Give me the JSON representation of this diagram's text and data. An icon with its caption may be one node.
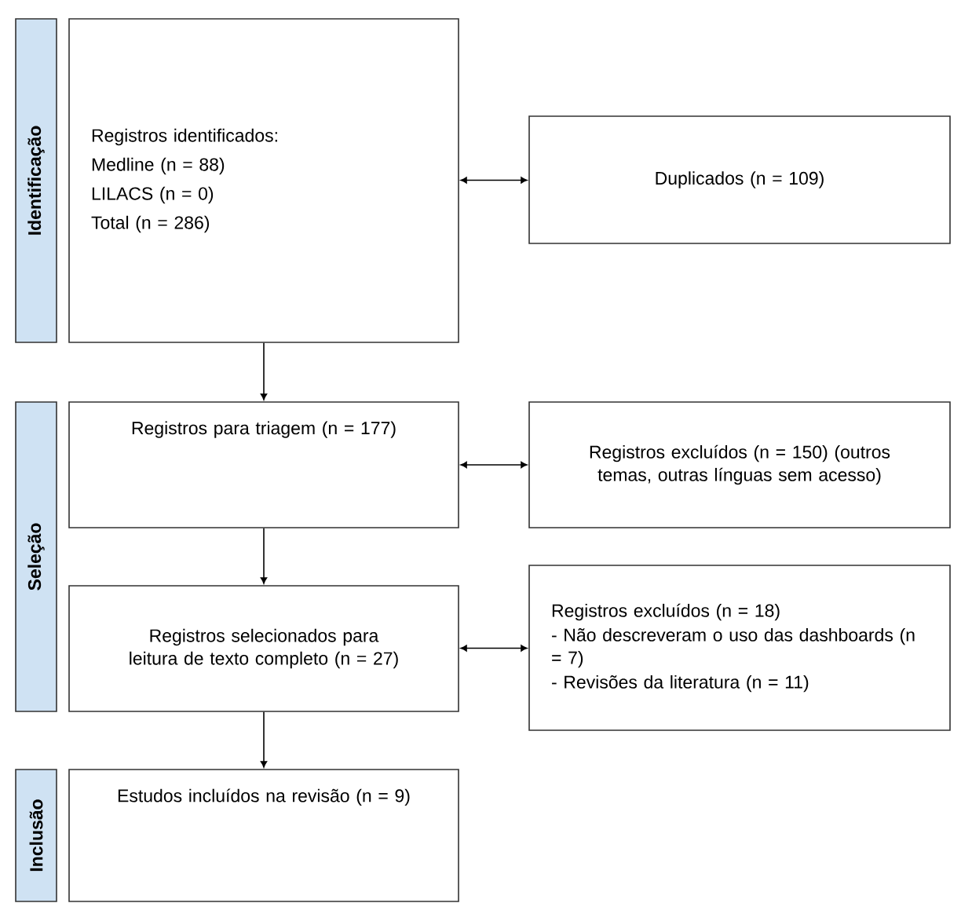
{
  "diagram": {
    "nodes": [
      {
        "text": [
          "Identificação"
        ]
      },
      {
        "text": [
          "Registros identificados:",
          "Medline (n = 88)",
          "LILACS (n = 0)",
          "Total (n = 286)"
        ]
      },
      {
        "text": [
          "Duplicados (n = 109)"
        ]
      },
      {
        "text": [
          "Seleção"
        ]
      },
      {
        "text": [
          "Registros para triagem (n = 177)"
        ]
      },
      {
        "text": [
          "Registros excluídos (n = 150) (outros temas, outras línguas sem acesso)"
        ]
      },
      {
        "text": [
          "Registros selecionados para leitura de texto completo (n = 27)"
        ]
      },
      {
        "text": [
          "Registros excluídos (n = 18)",
          "- Não descreveram o uso das dashboards (n = 7)",
          "- Revisões da literatura (n = 11)"
        ]
      },
      {
        "text": [
          "Inclusão"
        ]
      },
      {
        "text": [
          "Estudos incluídos na revisão (n = 9)"
        ]
      }
    ],
    "edges": [
      {
        "from": 1,
        "to": 4,
        "arrow": "to"
      },
      {
        "from": 1,
        "to": 2,
        "arrow": "both"
      },
      {
        "from": 4,
        "to": 5,
        "arrow": "both"
      },
      {
        "from": 4,
        "to": 6,
        "arrow": "to"
      },
      {
        "from": 6,
        "to": 7,
        "arrow": "both"
      },
      {
        "from": 6,
        "to": 9,
        "arrow": "to"
      }
    ]
  }
}
